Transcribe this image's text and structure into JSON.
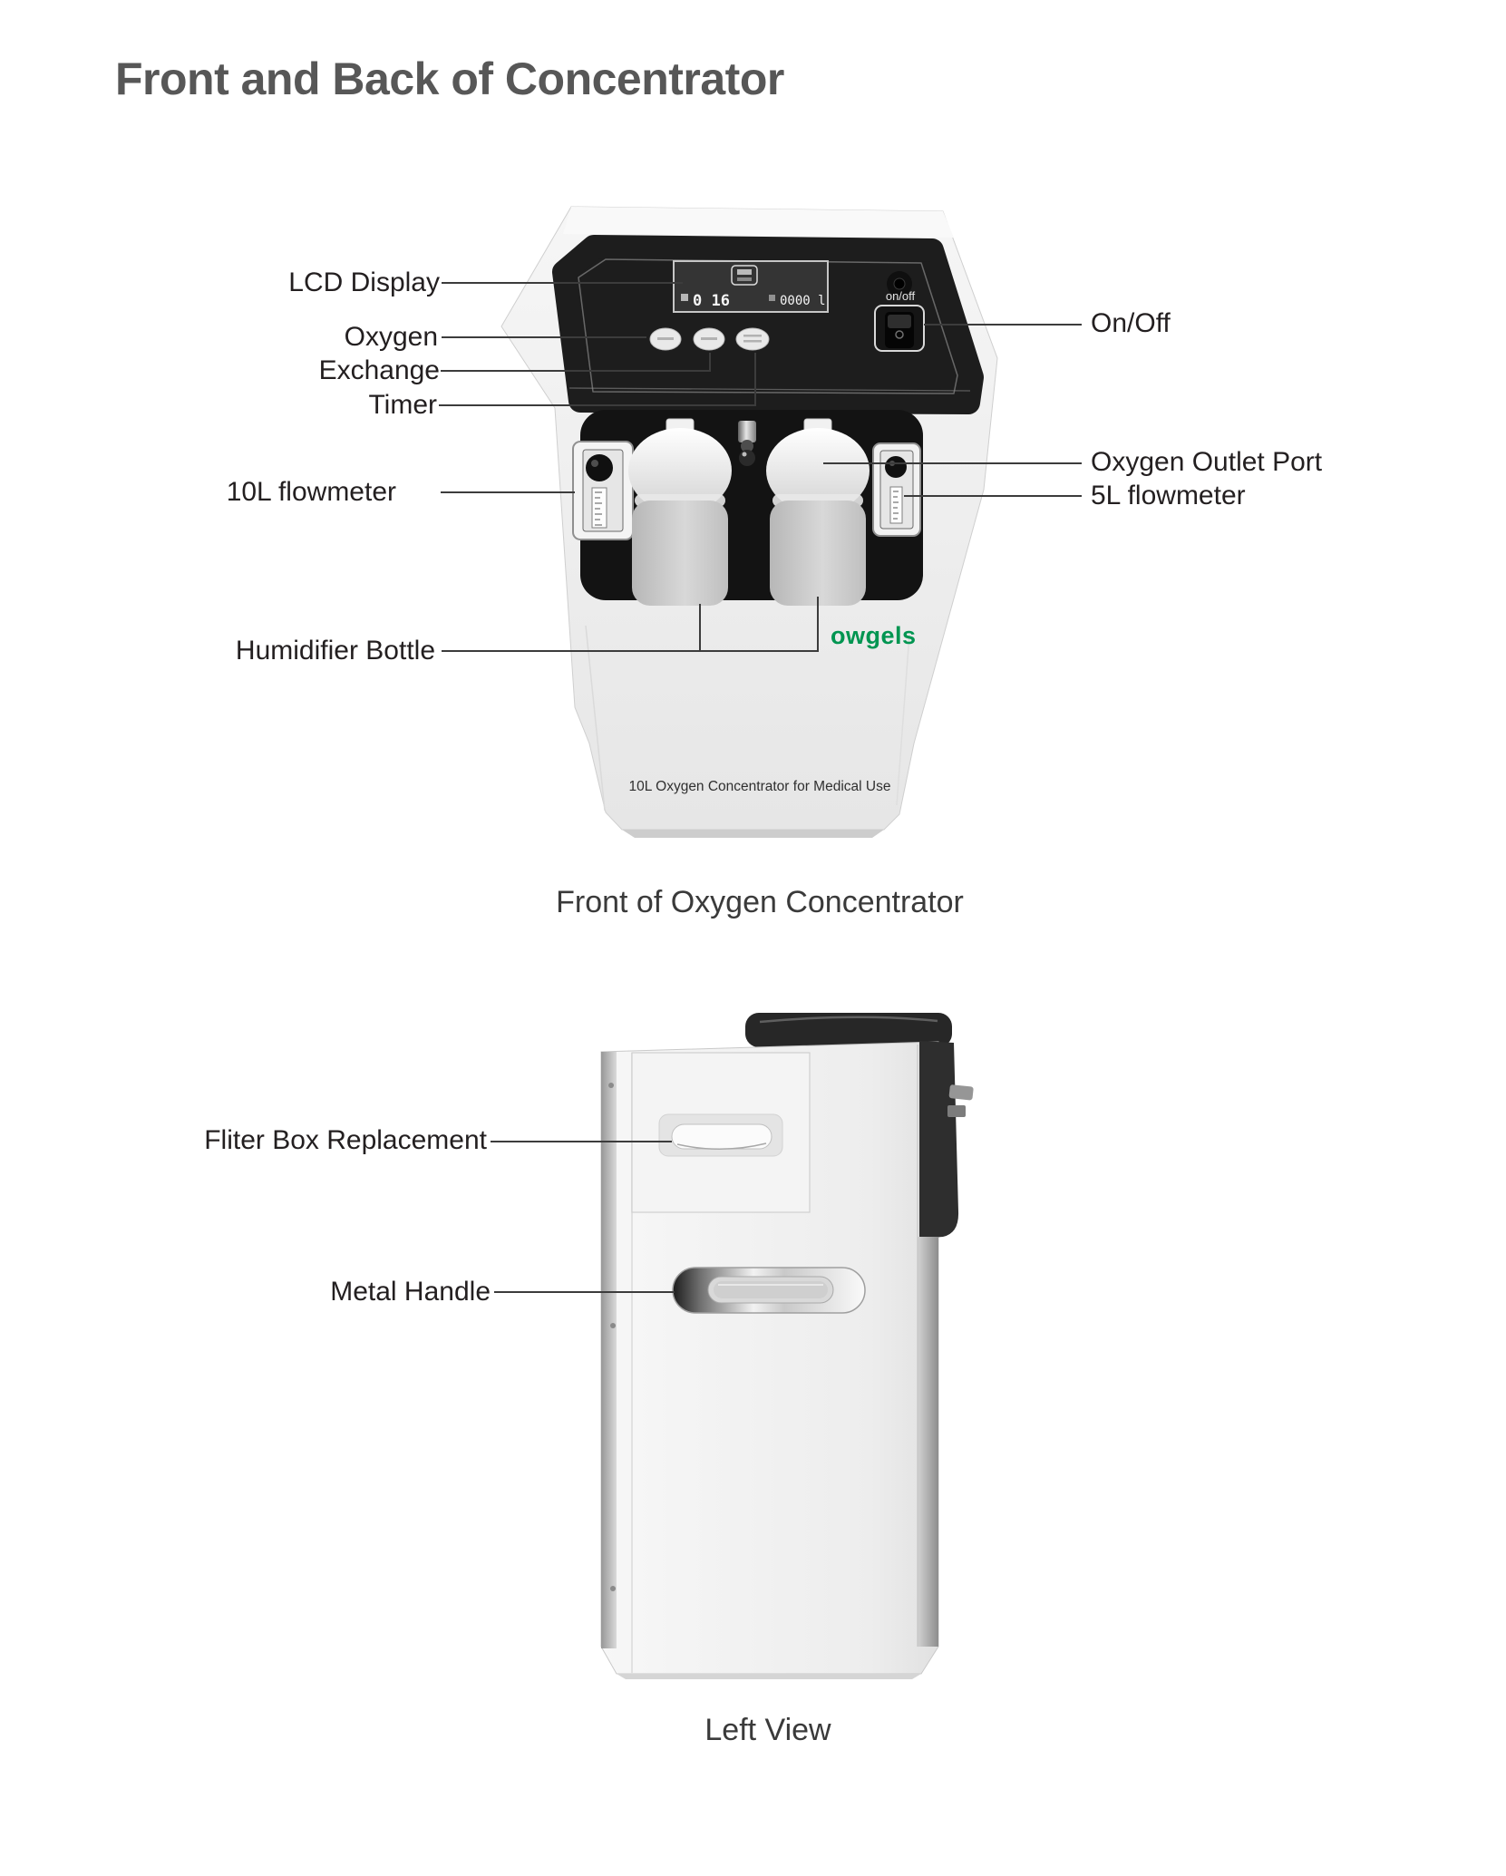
{
  "title": "Front and Back of Concentrator",
  "front": {
    "caption": "Front of Oxygen Concentrator",
    "labels": {
      "lcd": "LCD Display",
      "oxygen": "Oxygen",
      "exchange": "Exchange",
      "timer": "Timer",
      "flow10": "10L flowmeter",
      "humidifier": "Humidifier Bottle",
      "onoff": "On/Off",
      "outlet": "Oxygen Outlet Port",
      "flow5": "5L flowmeter"
    },
    "machine": {
      "power_switch_label": "on/off",
      "lcd_readout_left": "0 16",
      "lcd_readout_right": "0000 l",
      "brand": "owgels",
      "brand_color": "#009551",
      "model_text": "10L Oxygen Concentrator for Medical Use"
    }
  },
  "left_view": {
    "caption": "Left View",
    "labels": {
      "filter": "Fliter Box Replacement",
      "handle": "Metal Handle"
    }
  }
}
